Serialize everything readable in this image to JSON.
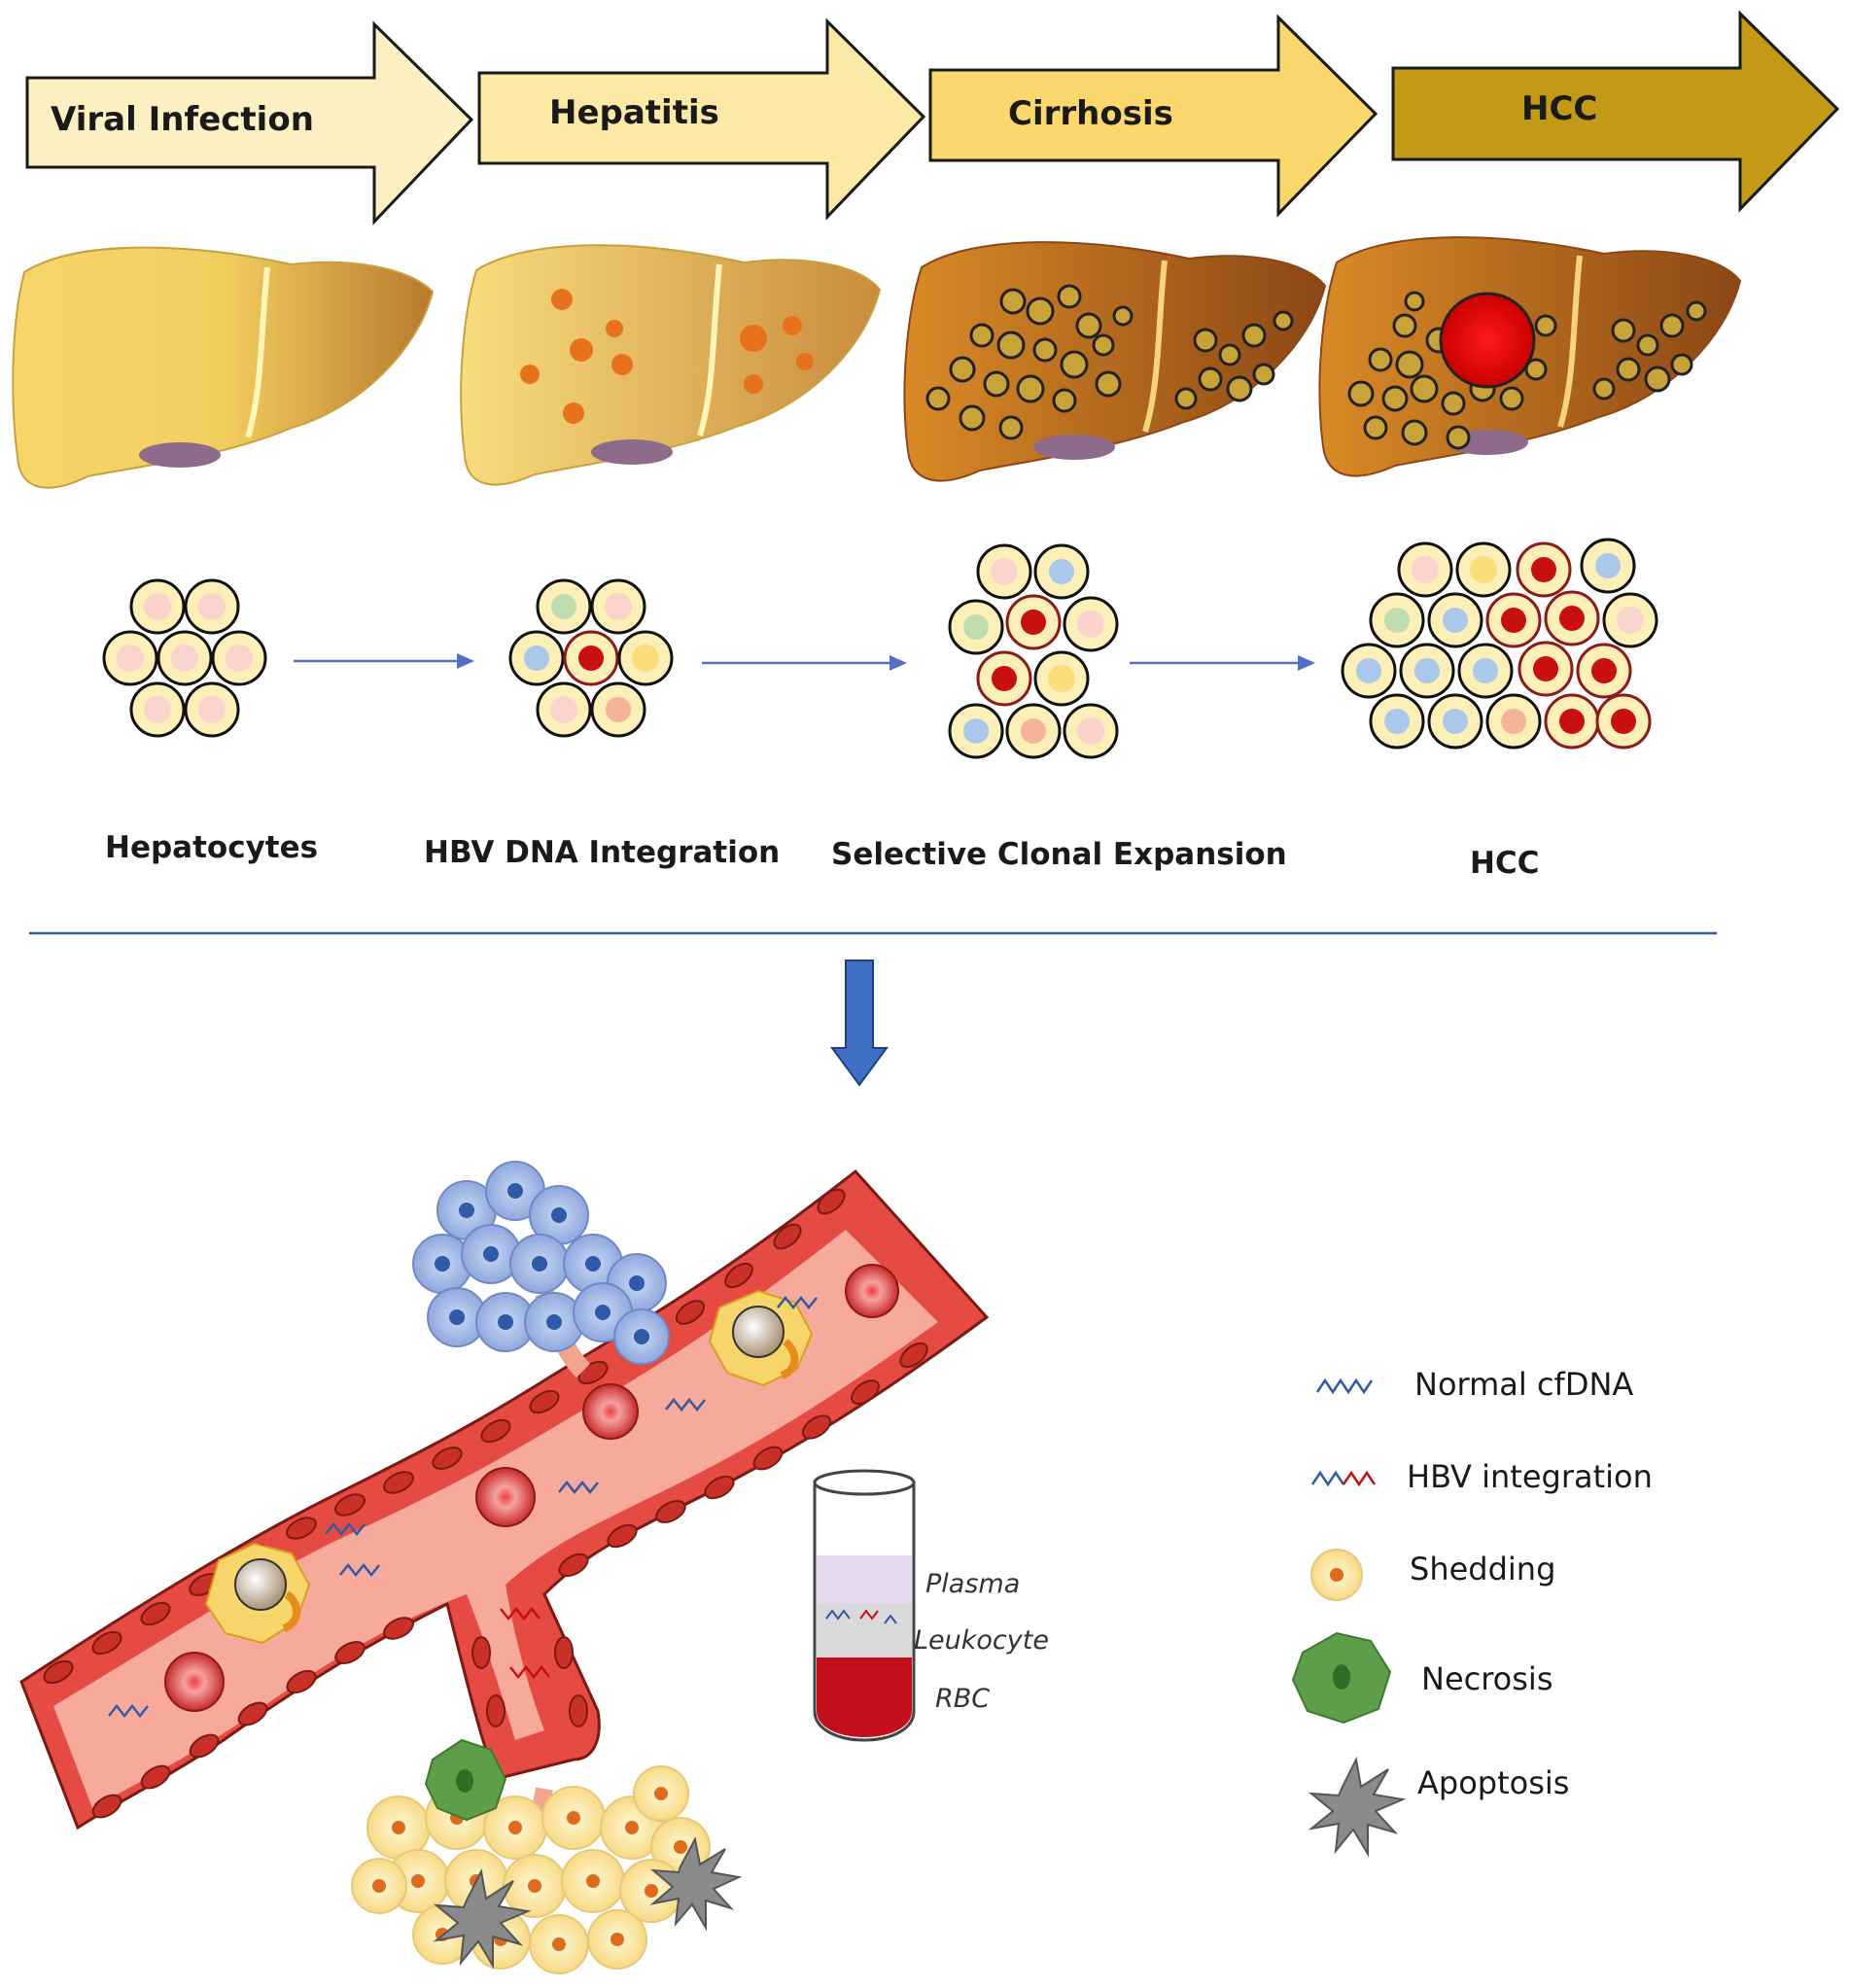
{
  "stages": [
    {
      "label": "Viral Infection",
      "color": "#FDF0C2"
    },
    {
      "label": "Hepatitis",
      "color": "#FCE9A6"
    },
    {
      "label": "Cirrhosis",
      "color": "#FAD86E"
    },
    {
      "label": "HCC",
      "color": "#C39A14"
    }
  ],
  "cell_stages": [
    "Hepatocytes",
    "HBV DNA Integration",
    "Selective Clonal Expansion",
    "HCC"
  ],
  "tube_labels": [
    "Plasma",
    "Leukocyte",
    "RBC"
  ],
  "legend": [
    {
      "label": "Normal cfDNA",
      "icon": "dna-strand-icon"
    },
    {
      "label": "HBV integration",
      "icon": "hbv-dna-strand-icon"
    },
    {
      "label": "Shedding",
      "icon": "shedding-cell-icon"
    },
    {
      "label": "Necrosis",
      "icon": "necrosis-cell-icon"
    },
    {
      "label": "Apoptosis",
      "icon": "apoptosis-cell-icon"
    }
  ],
  "colors": {
    "vessel": "#E64B43",
    "vessel_inner": "#F7A99B",
    "tumor_cell": "#D22B1E",
    "arrow_blue": "#3F6FC4",
    "divider": "#3A5A9A"
  }
}
